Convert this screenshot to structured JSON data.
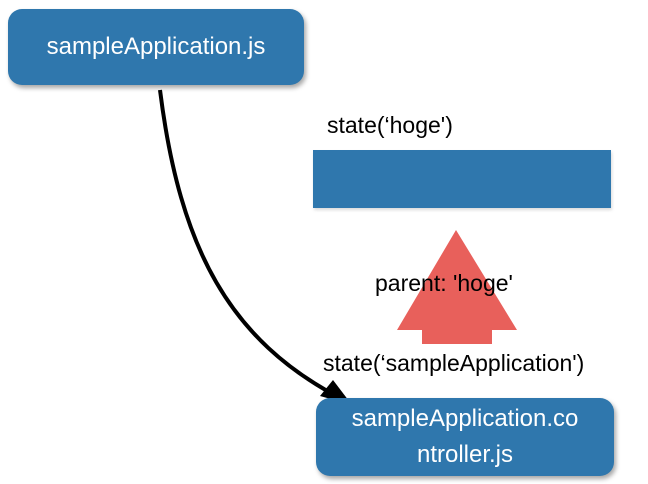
{
  "nodes": {
    "top_file": "sampleApplication.js",
    "state_hoge": "state(‘hoge')",
    "parent_label": "parent: 'hoge'",
    "state_sample": "state(‘sampleApplication')",
    "bottom_file_line1": "sampleApplication.co",
    "bottom_file_line2": "ntroller.js"
  },
  "colors": {
    "box_fill": "#2f77ad",
    "arrow_up_fill": "#e8605b",
    "connector": "#000000"
  }
}
